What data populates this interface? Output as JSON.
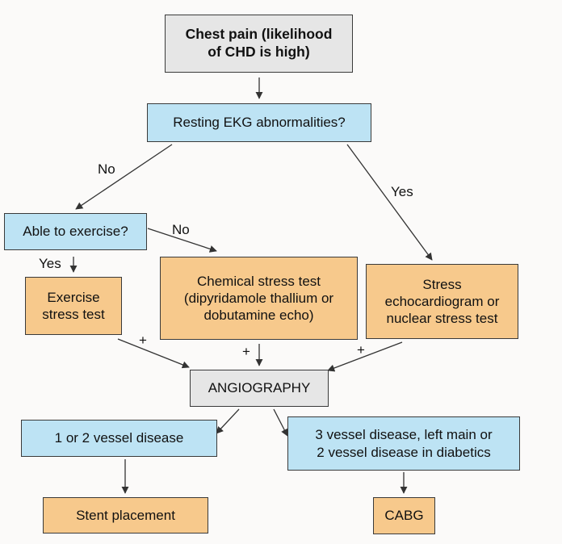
{
  "colors": {
    "gray": "#e6e6e6",
    "blue": "#bde3f4",
    "orange": "#f7c98c",
    "line": "#333333"
  },
  "nodes": {
    "start": "Chest pain (likelihood\nof CHD is high)",
    "ekg": "Resting EKG abnormalities?",
    "exercise_q": "Able to exercise?",
    "exercise_test": "Exercise\nstress test",
    "chemical_test": "Chemical stress test\n(dipyridamole thallium or\ndobutamine echo)",
    "stress_echo": "Stress\nechocardiogram or\nnuclear stress test",
    "angiography": "ANGIOGRAPHY",
    "one_two_vessel": "1 or 2 vessel disease",
    "three_vessel": "3 vessel disease, left main or\n2 vessel disease in diabetics",
    "stent": "Stent placement",
    "cabg": "CABG"
  },
  "edge_labels": {
    "ekg_no": "No",
    "ekg_yes": "Yes",
    "exercise_no": "No",
    "exercise_yes": "Yes",
    "plus_left": "+",
    "plus_mid": "+",
    "plus_right": "+"
  }
}
